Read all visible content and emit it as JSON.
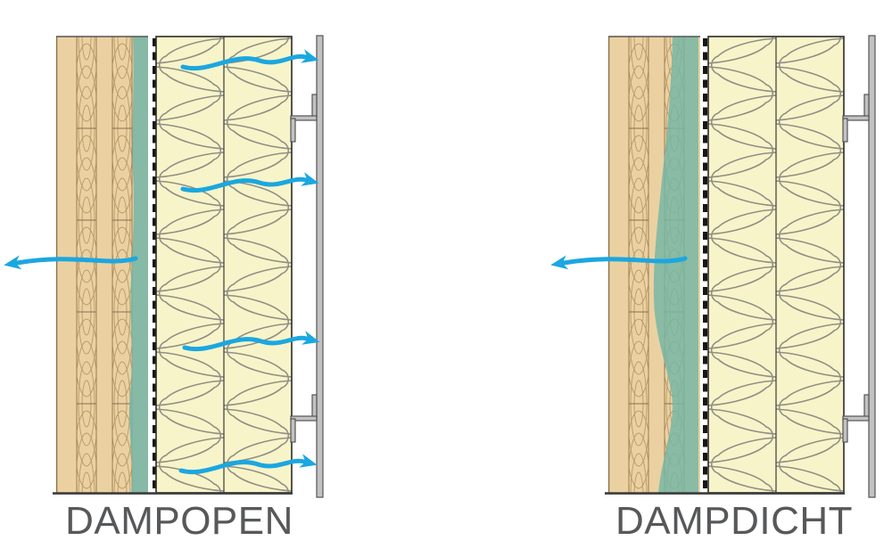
{
  "page": {
    "background": "#ffffff",
    "type": "building-physics wall cross-section comparison"
  },
  "diagrams": [
    {
      "id": "dampopen",
      "label": "DAMPOPEN",
      "vapour_arrows_through_wall_to_exterior": 4,
      "vapour_arrows_to_interior": 1,
      "layers": [
        {
          "name": "timber-panel",
          "color": "#ebd1a2"
        },
        {
          "name": "wood-boards-with-grain",
          "color": "#ebd1a2"
        },
        {
          "name": "membrane-layer",
          "color": "#76b6a6"
        },
        {
          "name": "vapour-barrier",
          "style": "black-dashed-line"
        },
        {
          "name": "insulation",
          "color": "#f7f4ca"
        },
        {
          "name": "ventilated-cavity",
          "color": "#ffffff"
        },
        {
          "name": "cladding-batten",
          "color": "#c2c2c2"
        }
      ]
    },
    {
      "id": "dampdicht",
      "label": "DAMPDICHT",
      "vapour_arrows_through_wall_to_exterior": 0,
      "vapour_arrows_to_interior": 1,
      "layers": [
        {
          "name": "timber-panel",
          "color": "#ebd1a2"
        },
        {
          "name": "wood-boards-with-grain",
          "color": "#ebd1a2"
        },
        {
          "name": "membrane-layer",
          "color": "#76b6a6"
        },
        {
          "name": "vapour-barrier",
          "style": "black-dashed-line"
        },
        {
          "name": "insulation",
          "color": "#f7f4ca"
        },
        {
          "name": "ventilated-cavity",
          "color": "#ffffff"
        },
        {
          "name": "cladding-batten",
          "color": "#c2c2c2"
        }
      ]
    }
  ],
  "colors": {
    "wood_tan": "#ebd1a2",
    "wood_line": "#9c7c50",
    "grain_line": "#b2905e",
    "membrane": "#76b6a6",
    "insulation_bg": "#f7f4ca",
    "insulation_line": "#908f83",
    "vapour_barrier": "#161616",
    "batten_grey": "#c2c2c2",
    "batten_edge": "#555555",
    "arrow_blue": "#1ba7e0",
    "label_grey": "#57585a",
    "wall_outline": "#3c3c3c"
  }
}
